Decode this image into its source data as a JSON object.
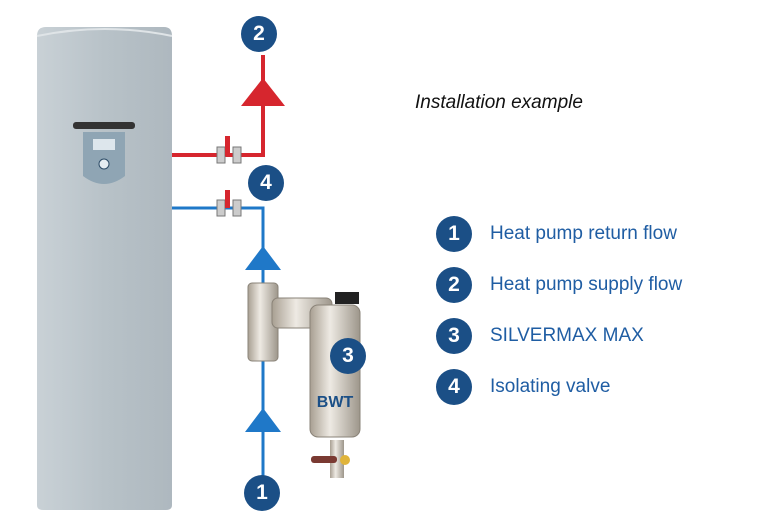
{
  "title": "Installation example",
  "colors": {
    "badge": "#1b4f86",
    "supply": "#d6262e",
    "return": "#1f78c8",
    "legend_text": "#1f5da3",
    "cabinet": "#b9c3c9"
  },
  "markers": {
    "return": "1",
    "supply": "2",
    "filter": "3",
    "valve": "4"
  },
  "filter_brand": "BWT",
  "legend": [
    {
      "num": "1",
      "label": "Heat pump return flow"
    },
    {
      "num": "2",
      "label": "Heat pump supply flow"
    },
    {
      "num": "3",
      "label": "SILVERMAX MAX"
    },
    {
      "num": "4",
      "label": "Isolating valve"
    }
  ]
}
